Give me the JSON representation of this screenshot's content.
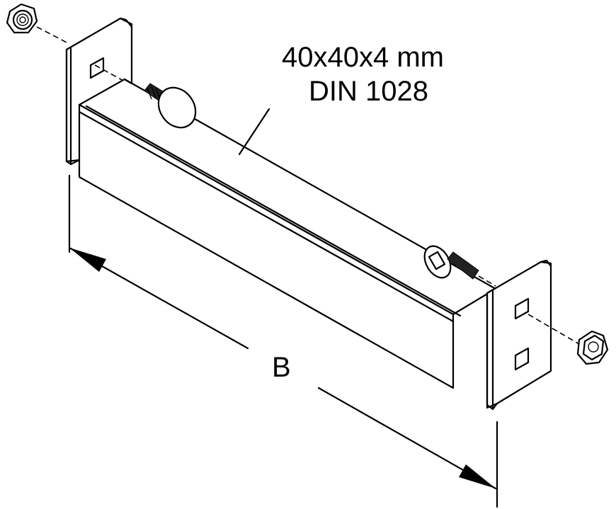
{
  "labels": {
    "profile_size": "40x40x4 mm",
    "profile_standard": "DIN 1028",
    "dimension": "B"
  }
}
